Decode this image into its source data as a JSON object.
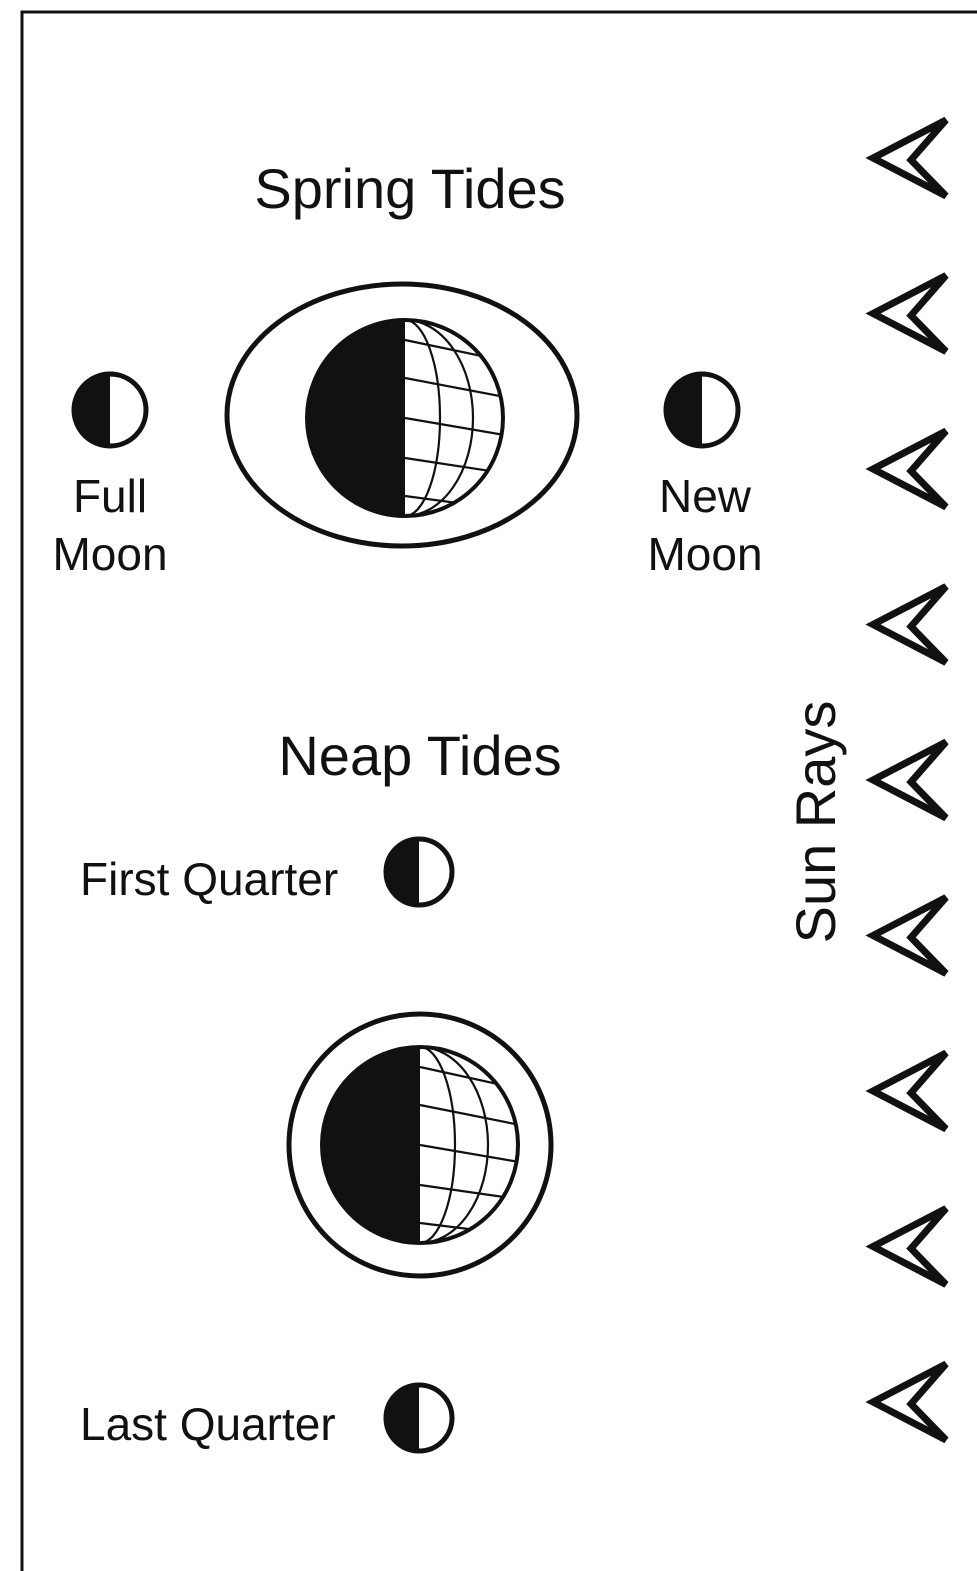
{
  "colors": {
    "ink": "#111111",
    "paper": "#ffffff"
  },
  "spring": {
    "title": "Spring Tides",
    "full_moon": {
      "line1": "Full",
      "line2": "Moon",
      "icon": "half-moon-icon"
    },
    "new_moon": {
      "line1": "New",
      "line2": "Moon",
      "icon": "half-moon-icon"
    }
  },
  "neap": {
    "title": "Neap Tides",
    "first_quarter": {
      "label": "First Quarter",
      "icon": "half-moon-icon"
    },
    "last_quarter": {
      "label": "Last Quarter",
      "icon": "half-moon-icon"
    }
  },
  "sun": {
    "label": "Sun Rays",
    "ray_icon": "arrowhead-icon",
    "ray_count": 9
  }
}
